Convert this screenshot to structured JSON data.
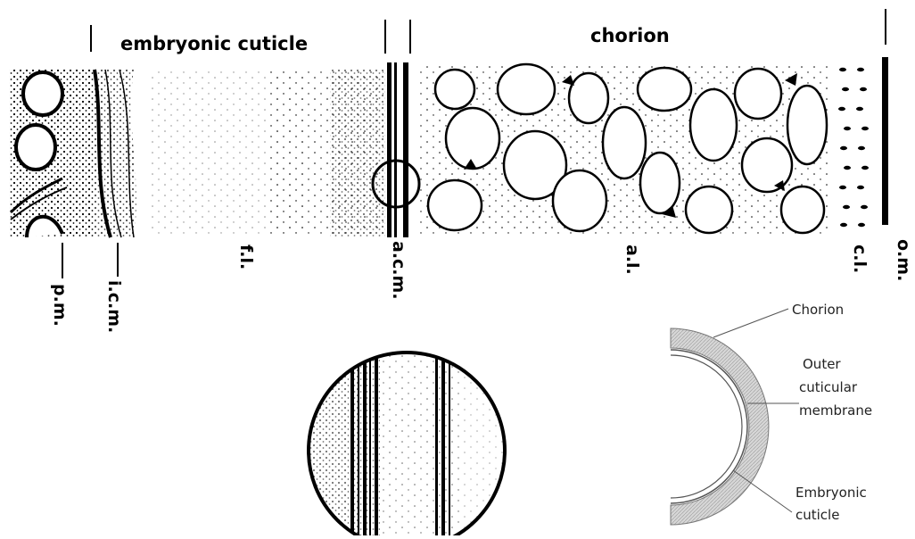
{
  "section_headers": {
    "embryonic_cuticle": "embryonic cuticle",
    "chorion": "chorion"
  },
  "layer_abbreviations": {
    "pm": "p.m.",
    "icm": "i.c.m.",
    "fl": "f.l.",
    "acm": "a.c.m.",
    "al": "a.l.",
    "cl": "c.l.",
    "om": "o.m."
  },
  "inset_labels": {
    "chorion": "Chorion",
    "outer_membrane": [
      "Outer",
      "cuticular",
      "membrane"
    ],
    "embryonic_cuticle": [
      "Embryonic",
      "cuticle"
    ]
  },
  "colors": {
    "ink": "#000000",
    "inset_fill": "#c8c8c8",
    "inset_label": "#222222"
  }
}
